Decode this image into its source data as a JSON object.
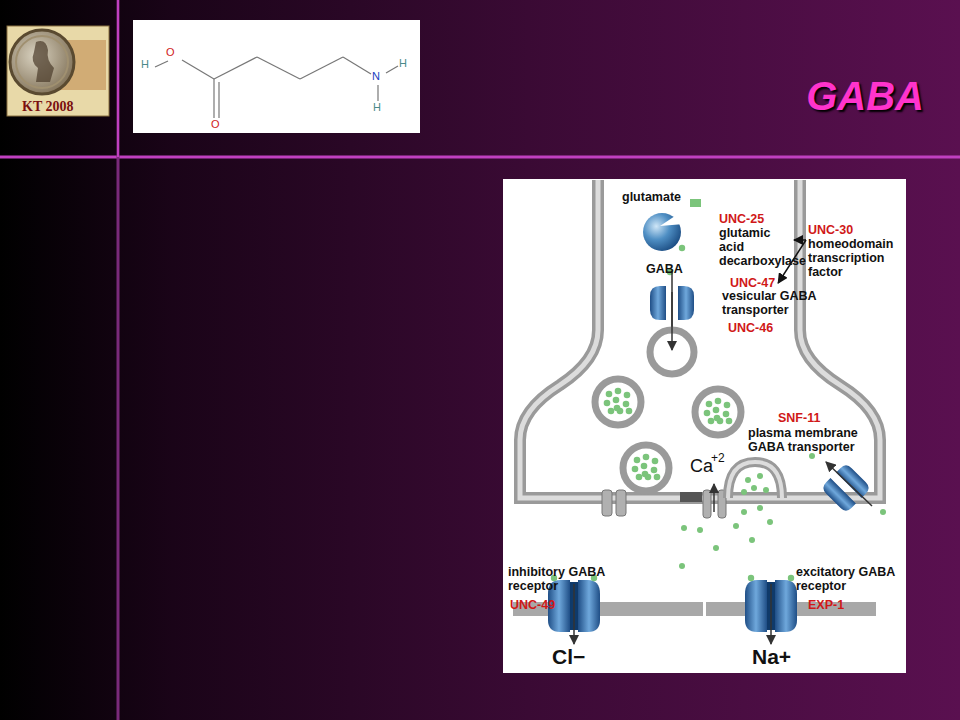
{
  "diagram": {
    "title": "GABA",
    "nodes": [
      {
        "text": [
          "UNC-25",
          "glutamic acid decarboxylase"
        ]
      },
      {
        "text": [
          "UNC-47"
        ]
      },
      {
        "text": [
          "UNC-30",
          "homeodomain transcription factor"
        ]
      }
    ],
    "edges": [
      {
        "from": 2,
        "to": 0,
        "arrow": "to"
      },
      {
        "from": 2,
        "to": 1,
        "arrow": "to"
      }
    ],
    "labels": [
      "KT 2008",
      "H",
      "O",
      "O",
      "N",
      "H",
      "H",
      "glutamate",
      "GABA",
      "vesicular GABA transporter",
      "UNC-46",
      "SNF-11",
      "plasma membrane GABA transporter",
      "Ca",
      "+2",
      "inhibitory GABA receptor",
      "UNC-49",
      "Cl−",
      "excitatory GABA receptor",
      "EXP-1",
      "Na+"
    ]
  }
}
